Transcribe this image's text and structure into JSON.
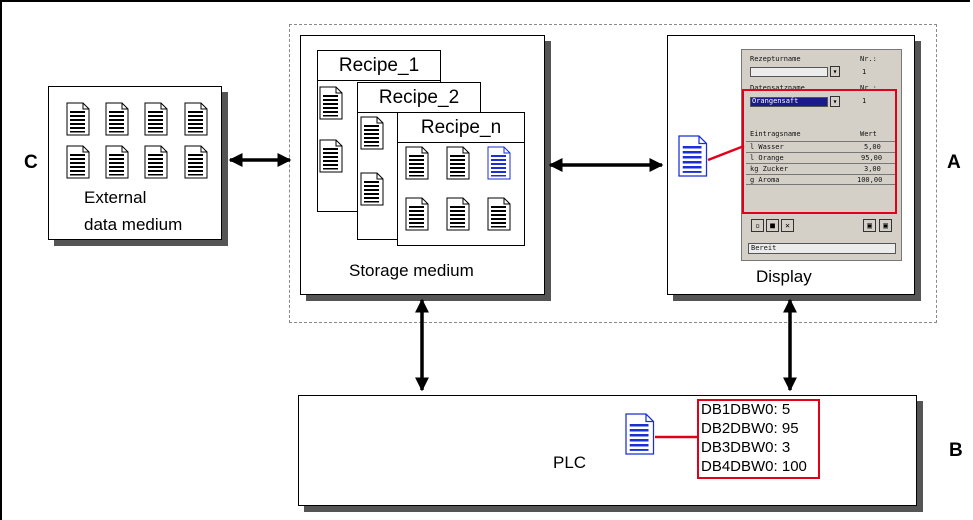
{
  "labels": {
    "side_c": "C",
    "side_a": "A",
    "side_b": "B",
    "external_line1": "External",
    "external_line2": "data medium",
    "storage": "Storage medium",
    "display": "Display",
    "plc": "PLC"
  },
  "recipes": [
    "Recipe_1",
    "Recipe_2",
    "Recipe_n"
  ],
  "display_screen": {
    "field1_label": "Rezepturname",
    "field1_no_label": "Nr.:",
    "field1_value": "",
    "field1_no": "1",
    "field2_label": "Datensatzname",
    "field2_no_label": "Nr.:",
    "field2_value": "Orangensaft",
    "field2_no": "1",
    "table_headers": [
      "Eintragsname",
      "Wert"
    ],
    "table_rows": [
      {
        "name": "l Wasser",
        "value": "5,00"
      },
      {
        "name": "l Orange",
        "value": "95,00"
      },
      {
        "name": "kg Zucker",
        "value": "3,00"
      },
      {
        "name": "g Aroma",
        "value": "100,00"
      }
    ],
    "status": "Bereit"
  },
  "plc_values": [
    "DB1DBW0: 5",
    "DB2DBW0: 95",
    "DB3DBW0: 3",
    "DB4DBW0: 100"
  ],
  "colors": {
    "highlight": "#e0001a",
    "doc_blue": "#1a2fd6"
  }
}
